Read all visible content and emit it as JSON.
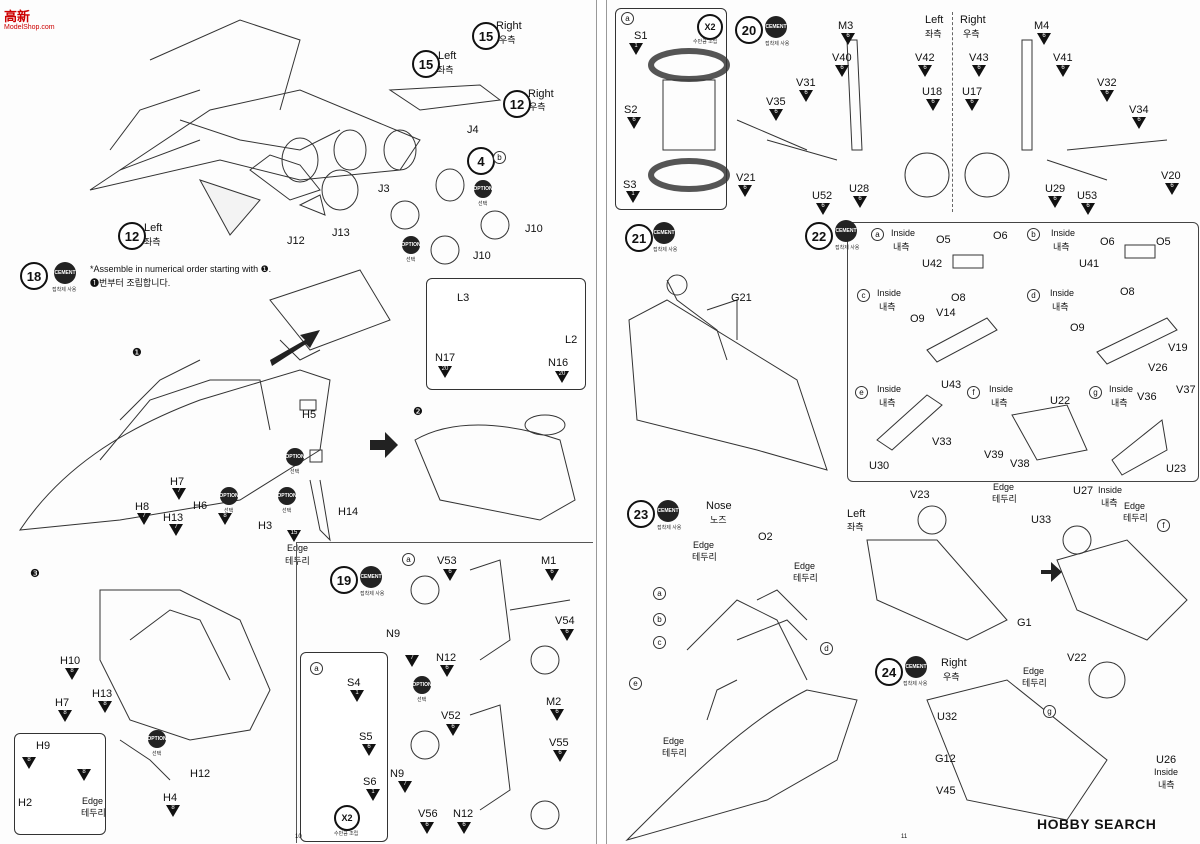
{
  "page_numbers": {
    "left": "10",
    "right": "11"
  },
  "logo": {
    "left_top": "高新",
    "left_top_sub": "ModelShop.com",
    "watermark": "HOBBY SEARCH"
  },
  "common": {
    "cement": "CEMENT",
    "cement_kr": "접착제 사용",
    "option": "OPTION",
    "option_kr": "선택",
    "edge": "Edge",
    "edge_kr": "테두리",
    "inside": "Inside",
    "inside_kr": "내측",
    "left": "Left",
    "left_kr": "좌측",
    "right": "Right",
    "right_kr": "우측",
    "x2": "X2",
    "x2_kr": "수만큼 조립"
  },
  "step15": {
    "num": "15"
  },
  "step12": {
    "num": "12"
  },
  "step4": {
    "num": "4"
  },
  "step17_parts": {
    "j4": "J4",
    "j3": "J3",
    "j12": "J12",
    "j13": "J13",
    "j10a": "J10",
    "j10b": "J10"
  },
  "step18": {
    "num": "18",
    "note_en": "*Assemble in numerical order starting with ❶.",
    "note_kr": "❶번부터 조립합니다.",
    "sub1": "❶",
    "sub2": "❷",
    "sub3": "❸",
    "parts": {
      "h5": "H5",
      "h7": "H7",
      "h8": "H8",
      "h13": "H13",
      "h6": "H6",
      "h3": "H3",
      "h14": "H14",
      "l3": "L3",
      "l2": "L2",
      "n17": "N17",
      "n16": "N16",
      "h10": "H10",
      "h13b": "H13",
      "h7b": "H7",
      "h9": "H9",
      "h2": "H2",
      "h4": "H4",
      "h12": "H12"
    },
    "part_nums": {
      "h7": "7",
      "h8": "7",
      "h13": "7",
      "h6": "8",
      "n17": "20",
      "n16": "20",
      "h10": "8",
      "h13b": "8",
      "h7b": "8",
      "h9a": "8",
      "h9b": "8",
      "h4": "8",
      "edge": "15"
    }
  },
  "step19": {
    "num": "19",
    "parts": {
      "v53": "V53",
      "m1": "M1",
      "n9": "N9",
      "n12": "N12",
      "v54": "V54",
      "v52": "V52",
      "m2": "M2",
      "n9b": "N9",
      "v55": "V55",
      "v56": "V56",
      "n12b": "N12",
      "s4": "S4",
      "s5": "S5",
      "s6": "S6"
    },
    "nums": {
      "v53": "6",
      "m1": "6",
      "n9": "7",
      "n12": "6",
      "v54": "6",
      "v52": "6",
      "m2": "6",
      "n9b": "7",
      "v55": "6",
      "v56": "6",
      "n12b": "6",
      "s4": "1",
      "s5": "6",
      "s6": "1"
    }
  },
  "step20": {
    "num": "20",
    "parts": {
      "m3": "M3",
      "m4": "M4",
      "v40": "V40",
      "v42": "V42",
      "v31": "V31",
      "u18": "U18",
      "v35": "V35",
      "v21": "V21",
      "u52": "U52",
      "u28": "U28",
      "v43": "V43",
      "v41": "V41",
      "u17": "U17",
      "v32": "V32",
      "v34": "V34",
      "u29": "U29",
      "u53": "U53",
      "v20": "V20",
      "s1": "S1",
      "s2": "S2",
      "s3": "S3"
    },
    "nums": {
      "m3": "6",
      "m4": "6",
      "v40": "6",
      "v42": "6",
      "v31": "6",
      "u18": "6",
      "v35": "6",
      "v21": "6",
      "u52": "6",
      "u28": "6",
      "v43": "6",
      "v41": "6",
      "u17": "6",
      "v32": "6",
      "v34": "6",
      "u29": "6",
      "u53": "6",
      "v20": "6",
      "s1": "1",
      "s2": "6",
      "s3": "1"
    }
  },
  "step21": {
    "num": "21",
    "parts": {
      "g21": "G21"
    }
  },
  "step22": {
    "num": "22",
    "parts": {
      "o5": "O5",
      "o6": "O6",
      "u42": "U42",
      "o6b": "O6",
      "o5b": "O5",
      "u41": "U41",
      "o8": "O8",
      "o9": "O9",
      "v14": "V14",
      "o8b": "O8",
      "o9b": "O9",
      "v19": "V19",
      "v26": "V26",
      "u43": "U43",
      "u30": "U30",
      "v33": "V33",
      "u22": "U22",
      "v39": "V39",
      "v38": "V38",
      "v36": "V36",
      "v37": "V37",
      "u23": "U23"
    }
  },
  "step23": {
    "num": "23",
    "nose": "Nose",
    "nose_kr": "노즈",
    "parts": {
      "o2": "O2"
    }
  },
  "step24": {
    "num": "24",
    "parts": {
      "v23": "V23",
      "u33": "U33",
      "u27": "U27",
      "g1": "G1",
      "v22": "V22",
      "u32": "U32",
      "g12": "G12",
      "v45": "V45",
      "u26": "U26"
    }
  }
}
